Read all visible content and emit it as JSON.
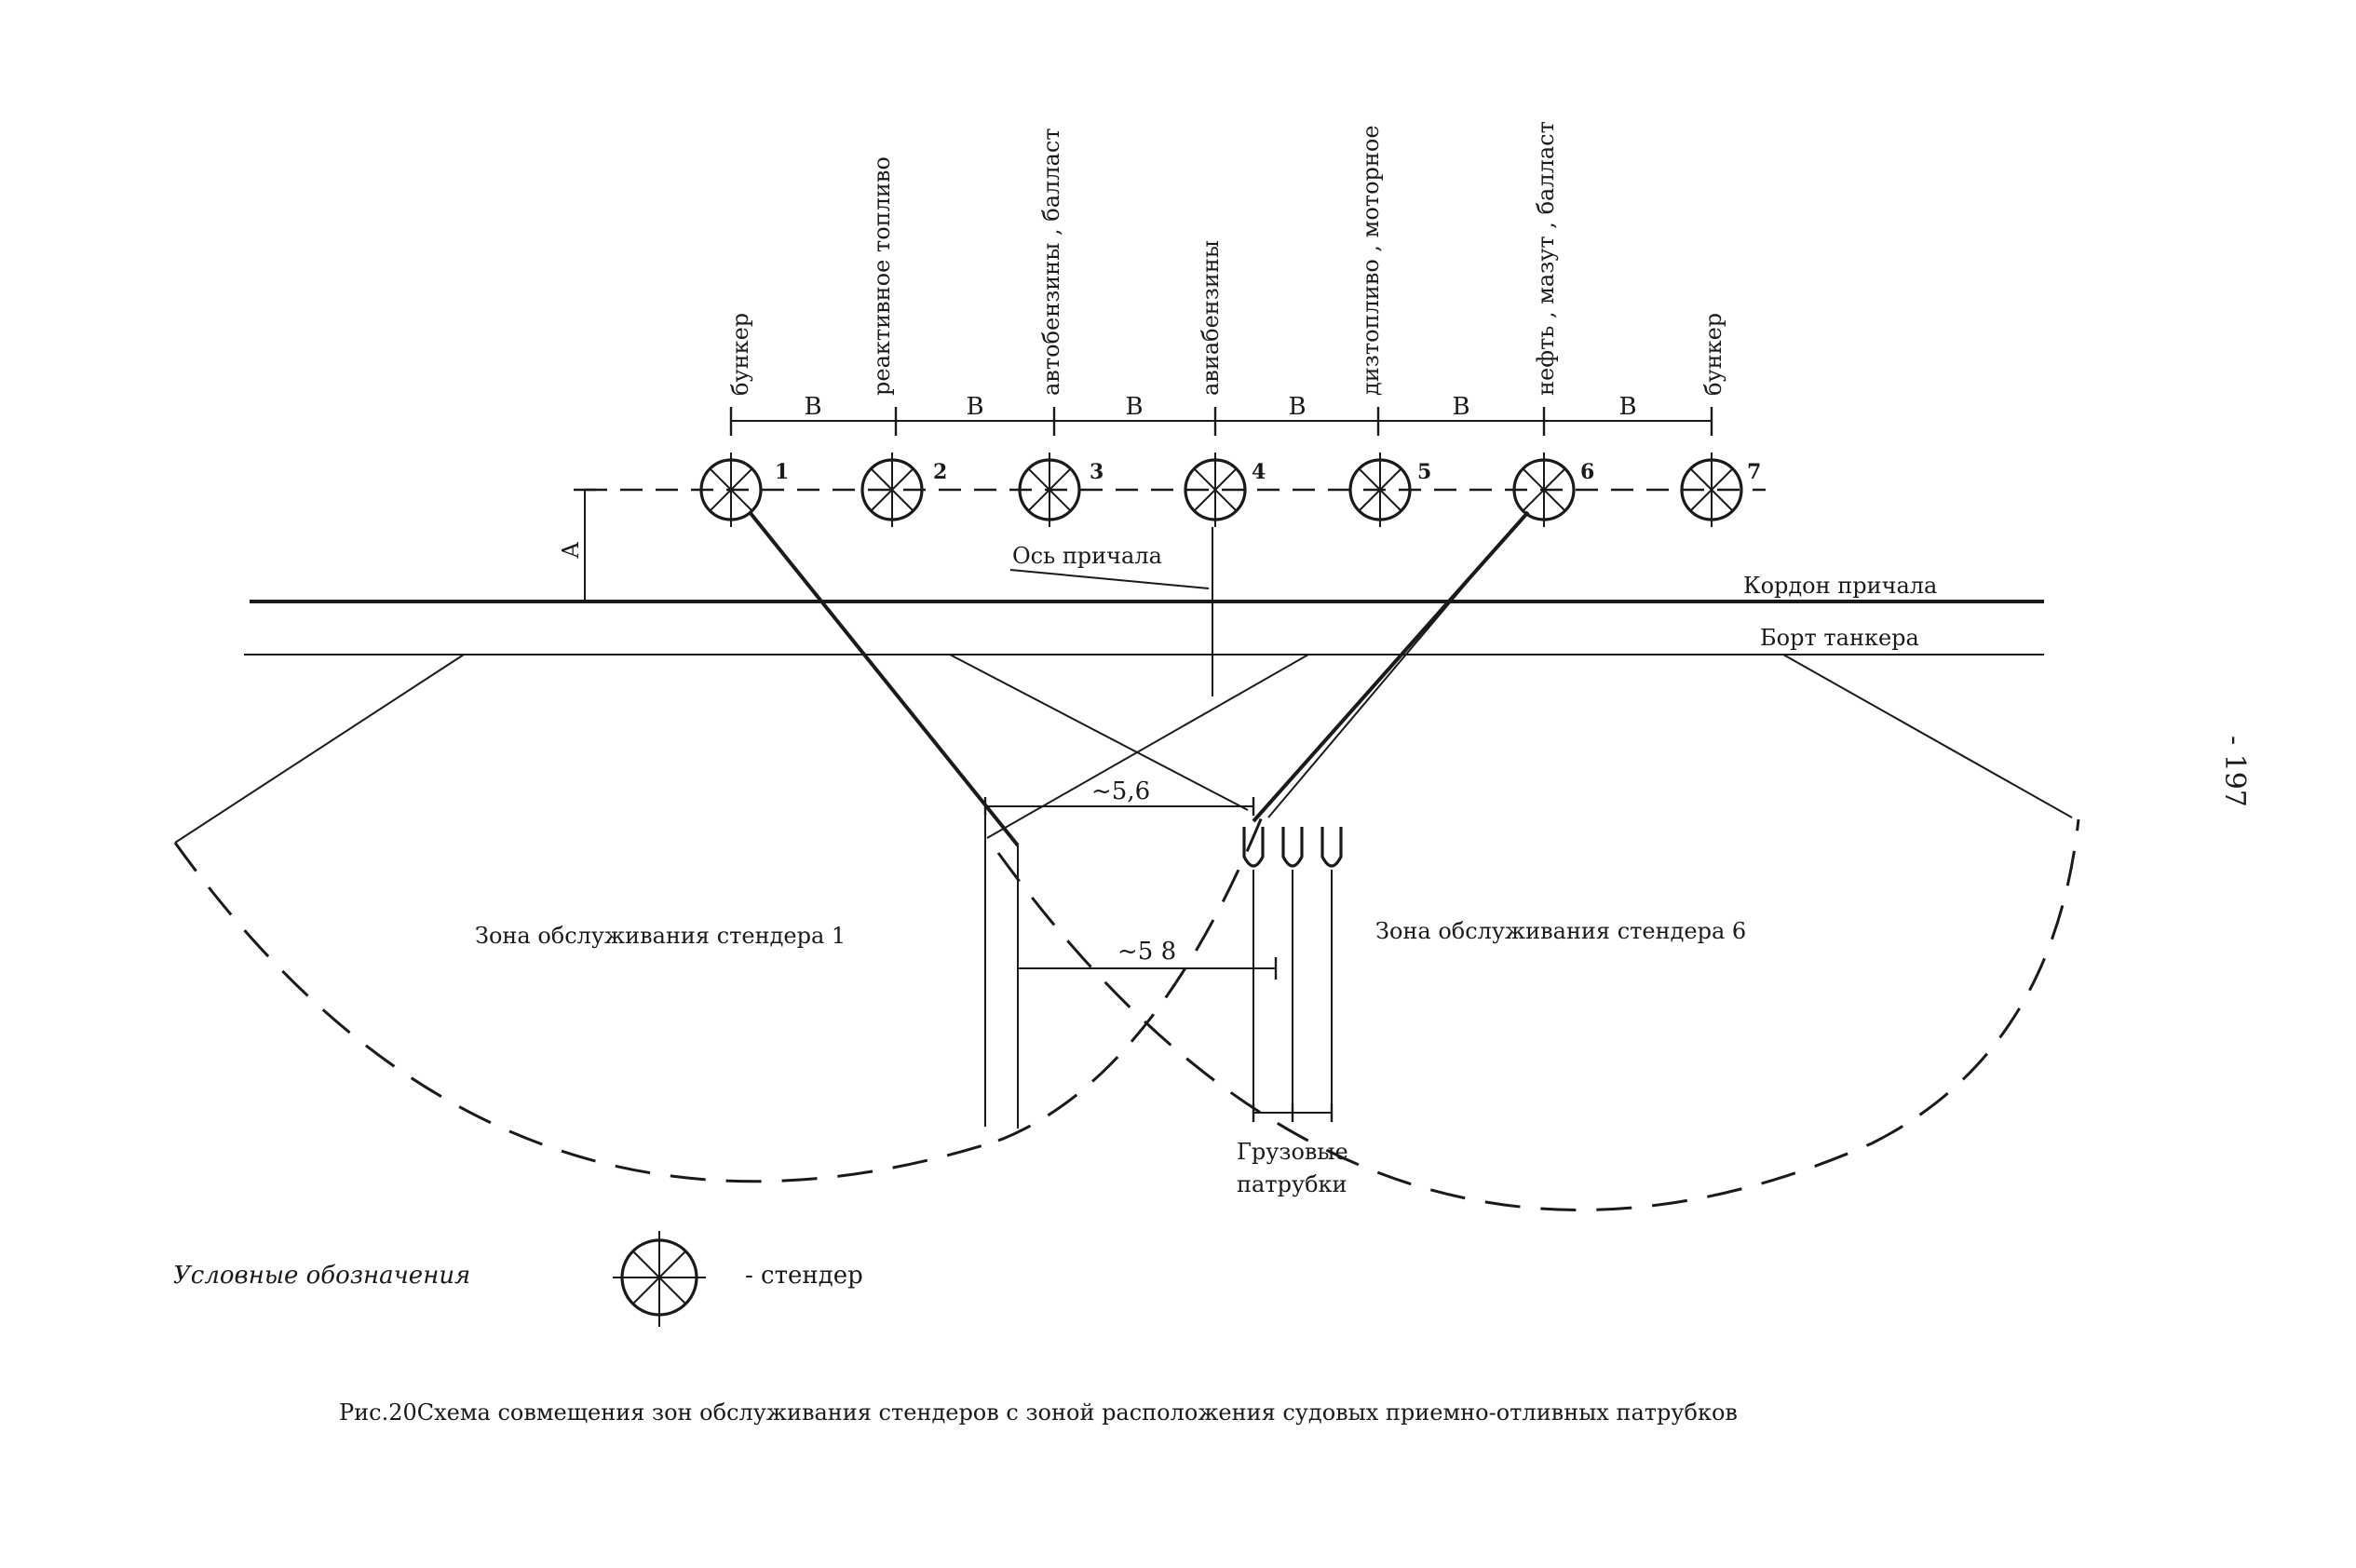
{
  "diagram": {
    "stenders": [
      {
        "number": "1",
        "product": "бункер"
      },
      {
        "number": "2",
        "product": "реактивное топливо"
      },
      {
        "number": "3",
        "product": "автобензины , балласт"
      },
      {
        "number": "4",
        "product": "авиабензины"
      },
      {
        "number": "5",
        "product": "дизтопливо , моторное"
      },
      {
        "number": "6",
        "product": "нефть , мазут , балласт"
      },
      {
        "number": "7",
        "product": "бункер"
      }
    ],
    "spacing_labels": [
      "В",
      "В",
      "В",
      "В",
      "В",
      "В"
    ],
    "dim_a": "А",
    "berth_axis": "Ось причала",
    "quay_edge": "Кордон причала",
    "tanker_side": "Борт танкера",
    "dim_5_6": "~5,6",
    "dim_5_8": "~5 8",
    "zone_1": "Зона обслуживания стендера 1",
    "zone_6": "Зона обслуживания стендера 6",
    "cargo_nozzles_line1": "Грузовые",
    "cargo_nozzles_line2": "патрубки",
    "legend_title": "Условные обозначения",
    "legend_item": "- стендер",
    "caption": "Рис.20Схема совмещения зон обслуживания стендеров с зоной расположения судовых приемно-отливных патрубков",
    "page_number": "- 197"
  }
}
